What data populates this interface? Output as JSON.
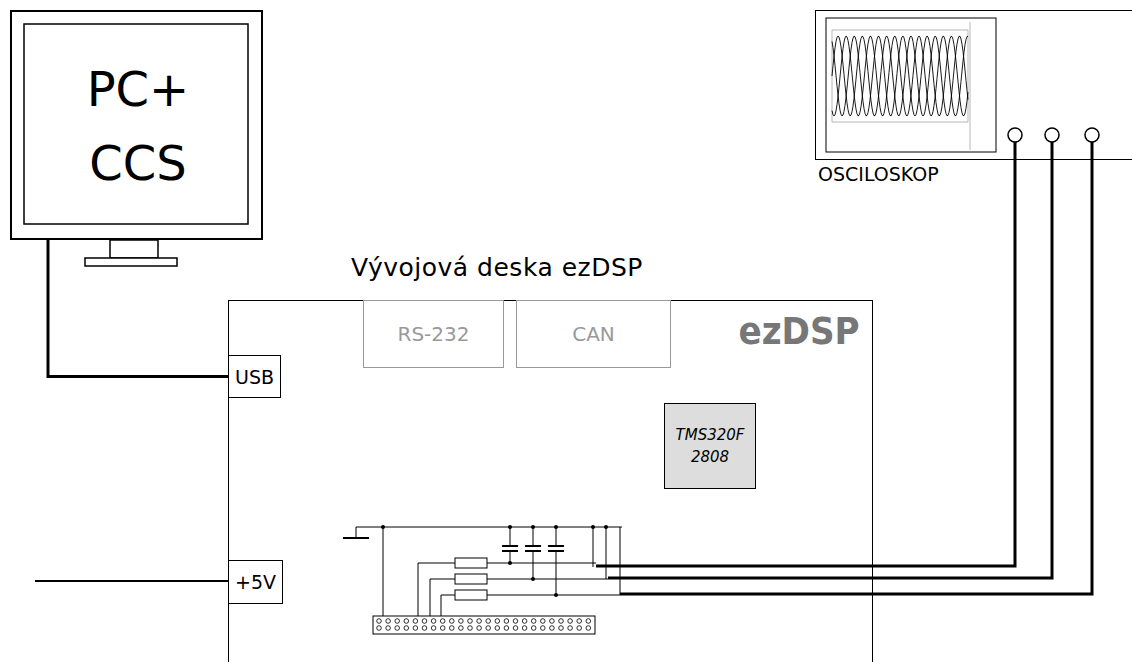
{
  "diagram": {
    "nodes": [
      {
        "text": [
          "PC+ CCS"
        ]
      },
      {
        "text": [
          "OSCILOSKOP"
        ]
      },
      {
        "text": [
          "Vývojová deska ezDSP",
          "ezDSP"
        ]
      },
      {
        "text": [
          "RS-232"
        ],
        "in": 2
      },
      {
        "text": [
          "CAN"
        ],
        "in": 2
      },
      {
        "text": [
          "USB"
        ],
        "in": 2
      },
      {
        "text": [
          "TMS320F 2808"
        ],
        "in": 2
      },
      {
        "text": [
          "+5V"
        ],
        "in": 2
      }
    ],
    "edges": [
      {
        "from": 0,
        "to": 5,
        "arrow": "none"
      }
    ]
  }
}
